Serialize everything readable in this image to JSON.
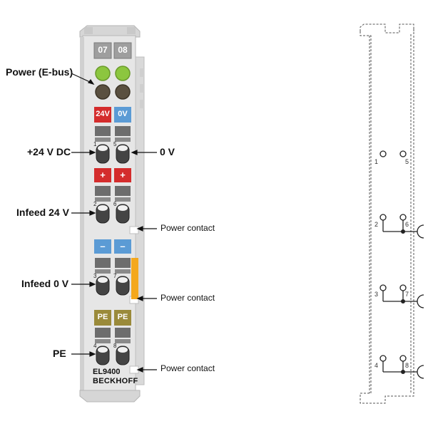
{
  "labels": {
    "power_ebus": "Power (E-bus)",
    "plus24": "+24 V DC",
    "zero_v": "0 V",
    "infeed24": "Infeed 24 V",
    "infeed0": "Infeed 0 V",
    "pe": "PE",
    "power_contact_1": "Power contact",
    "power_contact_2": "Power contact",
    "power_contact_3": "Power contact"
  },
  "terminal": {
    "led_numbers": [
      "07",
      "08"
    ],
    "tag_24v": "24V",
    "tag_0v": "0V",
    "tag_plus": "+",
    "tag_minus": "–",
    "tag_pe": "PE",
    "terminal_numbers": [
      "1",
      "5",
      "2",
      "6",
      "3",
      "7",
      "4",
      "8"
    ],
    "model": "EL9400",
    "brand": "BECKHOFF"
  },
  "schematic": {
    "pins": [
      "1",
      "5",
      "2",
      "6",
      "3",
      "7",
      "4",
      "8"
    ]
  },
  "colors": {
    "led_green": "#8cc63f",
    "led_off": "#5a5040",
    "red": "#d42c2c",
    "blue": "#5b9bd5",
    "olive": "#9a8a3a",
    "orange": "#f4a81d",
    "housing": "#e4e4e4"
  }
}
